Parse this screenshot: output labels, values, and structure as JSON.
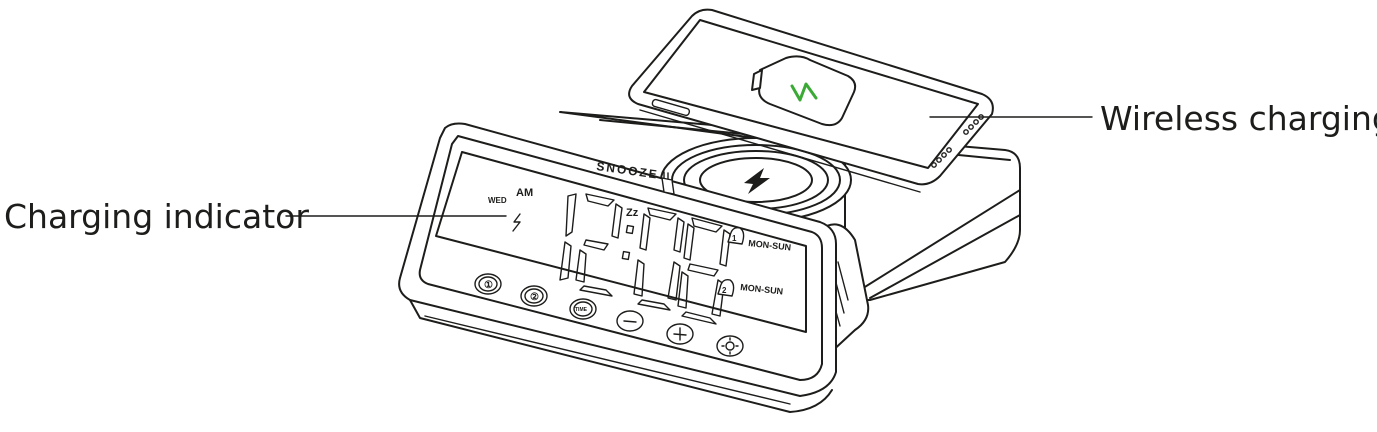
{
  "callouts": {
    "charging_indicator": "Charging indicator",
    "wireless_charging": "Wireless charging"
  },
  "display": {
    "time": "12:08",
    "am_pm": "AM",
    "day": "WED",
    "alarm1_days": "MON-SUN",
    "alarm2_days": "MON-SUN",
    "snooze_label": "SNOOZE",
    "snooze_superscript": "Zz"
  },
  "buttons": [
    {
      "label": "①",
      "icon": "alarm-1-icon"
    },
    {
      "label": "②",
      "icon": "alarm-2-icon"
    },
    {
      "label": "TIME",
      "icon": "time-icon"
    },
    {
      "label": "−",
      "icon": "minus-icon"
    },
    {
      "label": "+",
      "icon": "plus-icon"
    },
    {
      "label": "",
      "icon": "brightness-icon"
    }
  ],
  "colors": {
    "line": "#1d1d1b",
    "battery_bolt": "#3aaa35"
  }
}
